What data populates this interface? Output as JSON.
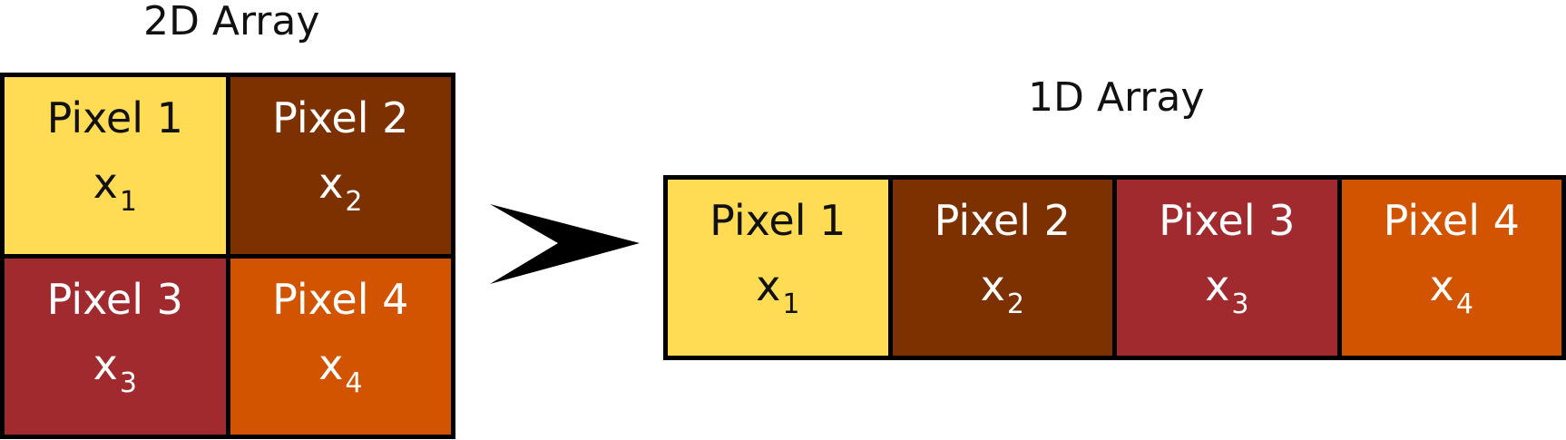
{
  "titles": {
    "left": "2D Array",
    "right": "1D Array"
  },
  "colors": {
    "p1": "#FFDC54",
    "p2": "#7E3100",
    "p3": "#A12A2F",
    "p4": "#D35400"
  },
  "grid2d": [
    {
      "label": "Pixel 1",
      "var": "x",
      "sub": "1",
      "color": "#FFDC54",
      "text": "#111111"
    },
    {
      "label": "Pixel 2",
      "var": "x",
      "sub": "2",
      "color": "#7E3100",
      "text": "#ffffff"
    },
    {
      "label": "Pixel 3",
      "var": "x",
      "sub": "3",
      "color": "#A12A2F",
      "text": "#ffffff"
    },
    {
      "label": "Pixel 4",
      "var": "x",
      "sub": "4",
      "color": "#D35400",
      "text": "#ffffff"
    }
  ],
  "row1d": [
    {
      "label": "Pixel 1",
      "var": "x",
      "sub": "1",
      "color": "#FFDC54",
      "text": "#111111"
    },
    {
      "label": "Pixel 2",
      "var": "x",
      "sub": "2",
      "color": "#7E3100",
      "text": "#ffffff"
    },
    {
      "label": "Pixel 3",
      "var": "x",
      "sub": "3",
      "color": "#A12A2F",
      "text": "#ffffff"
    },
    {
      "label": "Pixel 4",
      "var": "x",
      "sub": "4",
      "color": "#D35400",
      "text": "#ffffff"
    }
  ]
}
